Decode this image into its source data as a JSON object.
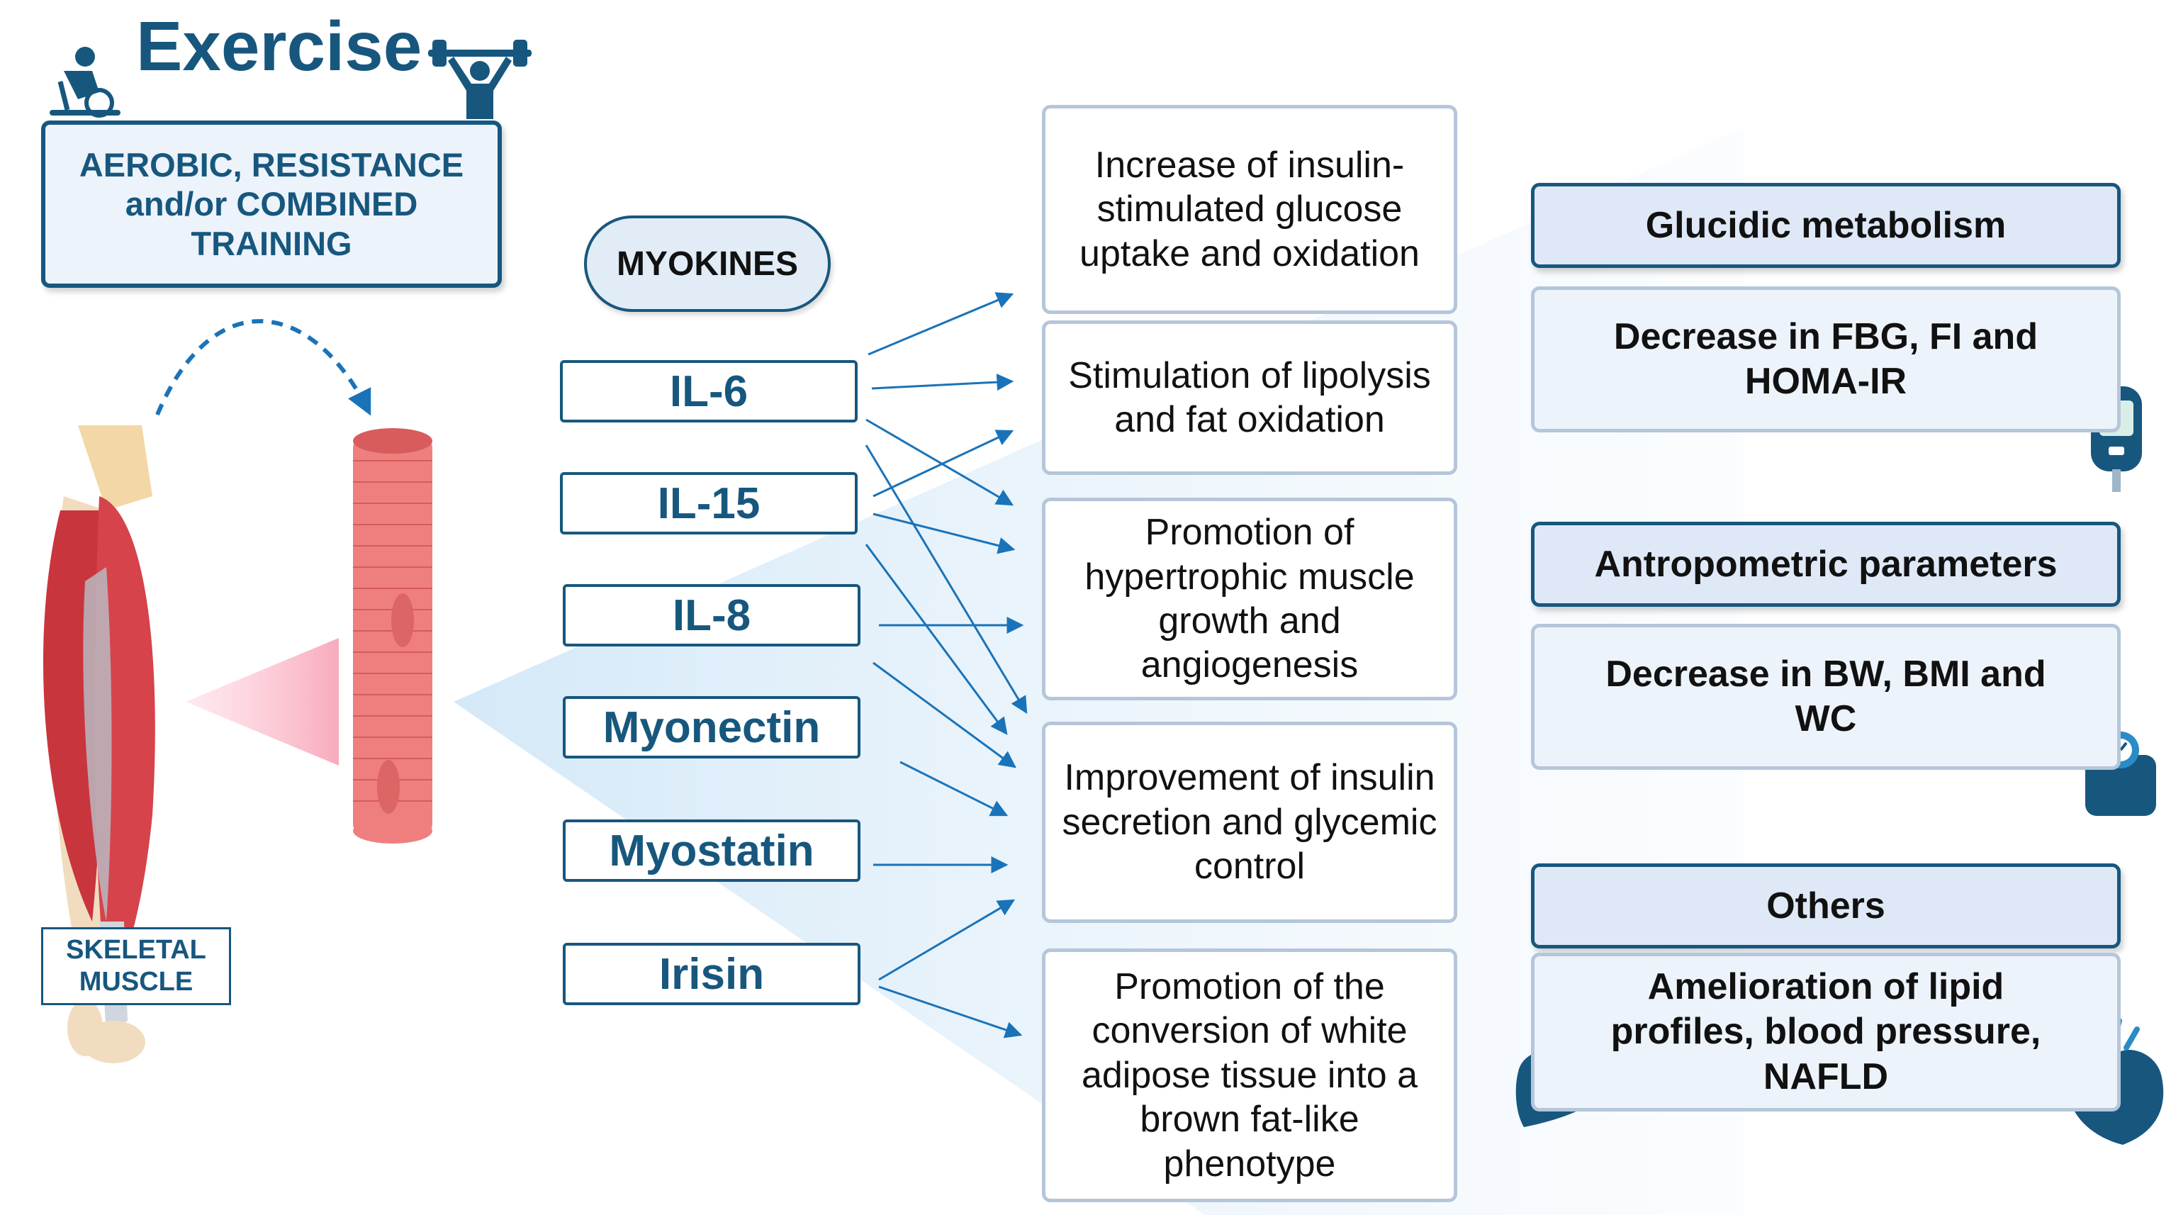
{
  "title": "Exercise",
  "training": "AEROBIC, RESISTANCE and/or COMBINED TRAINING",
  "myokines_label": "MYOKINES",
  "myokines": [
    "IL-6",
    "IL-15",
    "IL-8",
    "Myonectin",
    "Myostatin",
    "Irisin"
  ],
  "skeletal_label": "SKELETAL MUSCLE",
  "effects": [
    "Increase of insulin-stimulated glucose uptake and oxidation",
    "Stimulation of lipolysis and fat oxidation",
    "Promotion of hypertrophic muscle growth and angiogenesis",
    "Improvement of insulin secretion and glycemic control",
    "Promotion of the conversion of white adipose tissue into a brown fat-like phenotype"
  ],
  "categories": [
    {
      "heading": "Glucidic metabolism",
      "body": "Decrease in FBG, FI and HOMA-IR",
      "icon": "glucometer-icon"
    },
    {
      "heading": "Antropometric parameters",
      "body": "Decrease in BW, BMI and WC",
      "icon": "scale-icon"
    },
    {
      "heading": "Others",
      "body": "Amelioration of lipid profiles, blood pressure, NAFLD",
      "icon": "liver-heart-icon"
    }
  ],
  "colors": {
    "primary": "#17577e",
    "muscle": "#e06666",
    "arrow": "#1a73b8",
    "box_border": "#b5c6da"
  }
}
